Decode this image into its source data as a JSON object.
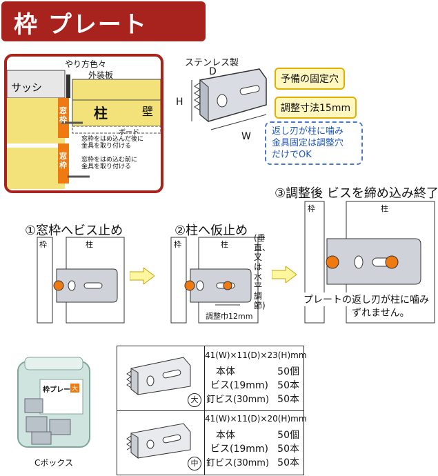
{
  "title": "枠 プレート",
  "illustration": {
    "sash": "サッシ",
    "yarikata": "やり方色々",
    "gaisouban": "外装板",
    "hashira": "柱",
    "kabe": "壁",
    "board": "ボード",
    "madowaku_1": "窓枠",
    "madowaku_2": "窓枠",
    "note_after_1": "窓枠をはめ込んだ後に",
    "note_after_2": "金具を取り付ける",
    "note_before_1": "窓枠をはめ込む前に",
    "note_before_2": "金具を取り付ける"
  },
  "diagram": {
    "material": "ステンレス製",
    "d": "D",
    "h": "H",
    "w": "W",
    "spare_hole": "予備の固定穴",
    "adjust_dim": "調整寸法15mm",
    "blue_note": [
      "返し刃が柱に噛み",
      "金具固定は調整穴",
      "だけでOK"
    ]
  },
  "steps": {
    "step1": "①窓枠へビス止め",
    "step2": "②柱へ仮止め",
    "step3": "③調整後 ビスを締め込み終了",
    "waku": "枠",
    "hashira": "柱",
    "adjust_width": "調整巾12mm",
    "vertical_note": "(垂直、又は水平調節)",
    "result_1": "プレートの返し刃が柱に噛み",
    "result_2": "ずれません。"
  },
  "product": {
    "box_label": "枠プレート",
    "box_size": "大",
    "caption": "Cボックス"
  },
  "specs": [
    {
      "size": "大",
      "dims": "41(W)×11(D)×23(H)mm",
      "lines": [
        {
          "label": "本体",
          "value": "50個"
        },
        {
          "label": "ビス(19mm)",
          "value": "50本"
        },
        {
          "label": "釘ビス(30mm)",
          "value": "50本"
        }
      ]
    },
    {
      "size": "中",
      "dims": "41(W)×11(D)×20(H)mm",
      "lines": [
        {
          "label": "本体",
          "value": "50個"
        },
        {
          "label": "ビス(19mm)",
          "value": "50本"
        },
        {
          "label": "釘ビス(30mm)",
          "value": "50本"
        }
      ]
    }
  ],
  "colors": {
    "brand_red": "#a8221e",
    "orange": "#f07a12",
    "yellow_wall": "#f3e27a",
    "callout_fill": "#fff6c0",
    "note_blue": "#1f56b8"
  }
}
